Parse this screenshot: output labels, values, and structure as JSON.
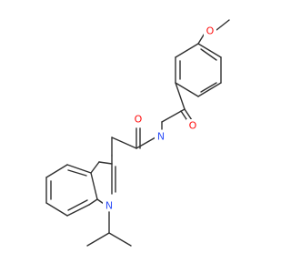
{
  "molecule": {
    "atom_labels": {
      "methoxy_oxygen": "O",
      "ketone_oxygen": "O",
      "amide_oxygen": "O",
      "amide_nitrogen": "N",
      "indole_nitrogen": "N"
    },
    "colors": {
      "bond": "#2f2f2f",
      "oxygen": "#ff0d0d",
      "nitrogen": "#3050f8"
    }
  }
}
